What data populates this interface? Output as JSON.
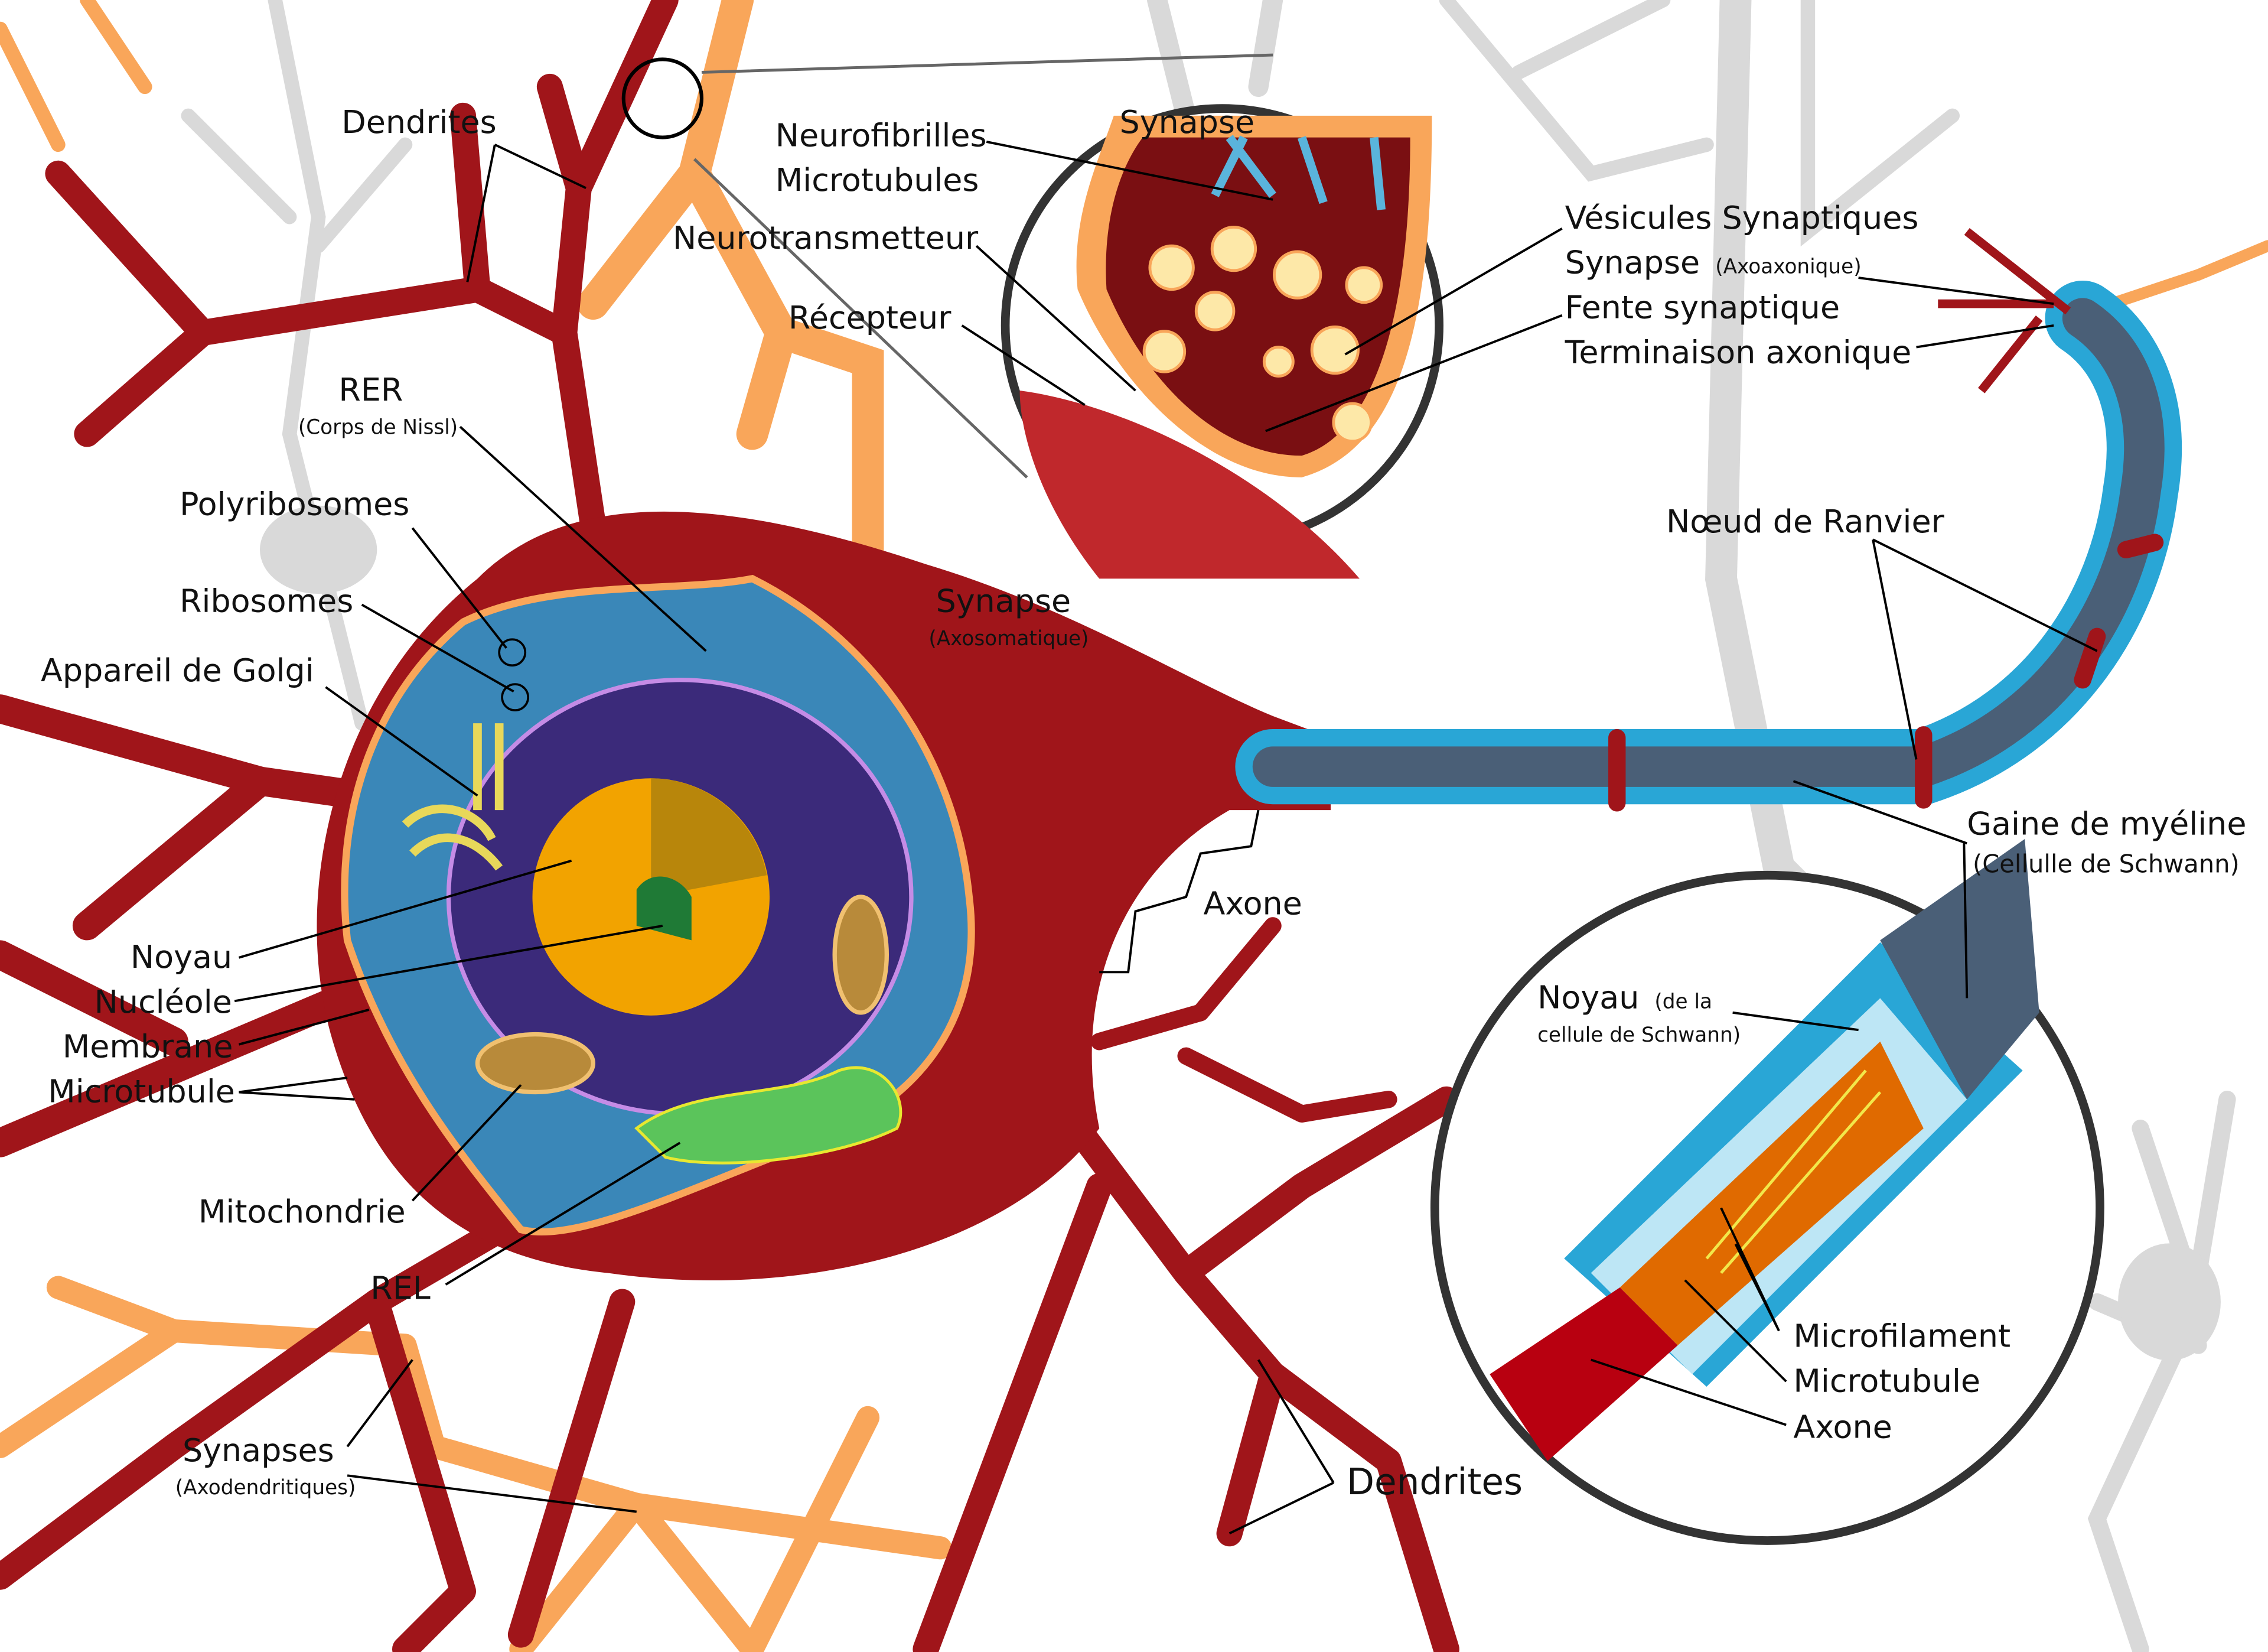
{
  "colors": {
    "neuron": "#a0151a",
    "synapse_terminal": "#f9a65a",
    "background_neurons": "#d9d9d9",
    "cytoplasm": "#3a87b8",
    "er": "#4b2a86",
    "nucleus": "#f2a300",
    "nucleolus": "#1f7a36",
    "myelin": "#29a6d6",
    "axon_core": "#4a5f77"
  },
  "labels": {
    "dendrites_top": "Dendrites",
    "neurofibrilles": "Neurofibrilles",
    "microtubules": "Microtubules",
    "neurotransmetteur": "Neurotransmetteur",
    "recepteur": "Récepteur",
    "synapse_zoom": "Synapse",
    "vesicules": "Vésicules Synaptiques",
    "synapse_axoaxonique": "Synapse",
    "axoaxonique": "(Axoaxonique)",
    "fente": "Fente synaptique",
    "terminaison": "Terminaison axonique",
    "rer": "RER",
    "corps_nissl": "(Corps de Nissl)",
    "polyribosomes": "Polyribosomes",
    "ribosomes": "Ribosomes",
    "golgi": "Appareil de Golgi",
    "synapse_axosomatique": "Synapse",
    "axosomatique": "(Axosomatique)",
    "noeud_ranvier": "Nœud de Ranvier",
    "gaine": "Gaine de myéline",
    "schwann": "(Cellulle de Schwann)",
    "axone": "Axone",
    "noyau": "Noyau",
    "nucleole": "Nucléole",
    "membrane": "Membrane",
    "microtubule": "Microtubule",
    "noyau_schwann": "Noyau",
    "noyau_schwann_small1": "(de la",
    "noyau_schwann_small2": "cellule de Schwann)",
    "mitochondrie": "Mitochondrie",
    "rel": "REL",
    "microfilament": "Microfilament",
    "microtubule_axon": "Microtubule",
    "axone_detail": "Axone",
    "synapses_axodendritiques": "Synapses",
    "axodendritiques": "(Axodendritiques)",
    "dendrites_bottom": "Dendrites"
  }
}
